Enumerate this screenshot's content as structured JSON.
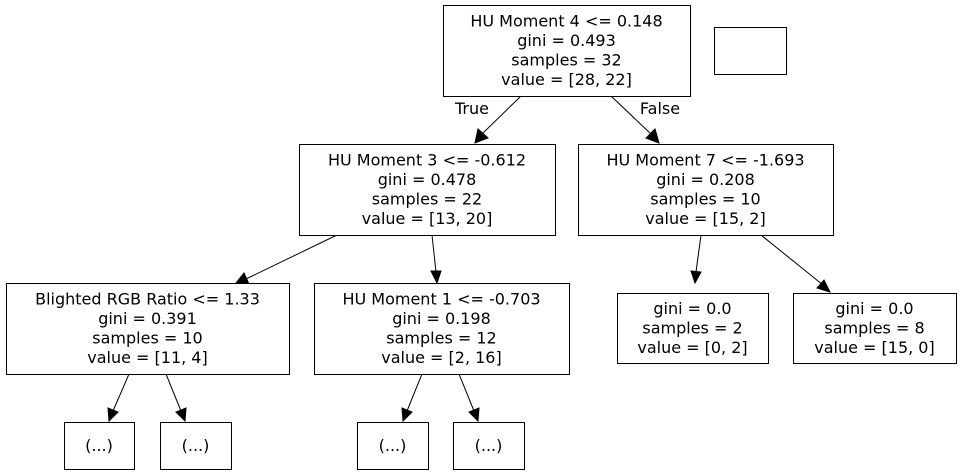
{
  "nodes": {
    "root": [
      "HU Moment 4 <= 0.148",
      "gini = 0.493",
      "samples = 32",
      "value = [28, 22]"
    ],
    "n_left": [
      "HU Moment 3 <= -0.612",
      "gini = 0.478",
      "samples = 22",
      "value = [13, 20]"
    ],
    "n_right": [
      "HU Moment 7 <= -1.693",
      "gini = 0.208",
      "samples = 10",
      "value = [15, 2]"
    ],
    "n_ll": [
      "Blighted RGB Ratio <= 1.33",
      "gini = 0.391",
      "samples = 10",
      "value = [11, 4]"
    ],
    "n_lr": [
      "HU Moment 1 <= -0.703",
      "gini = 0.198",
      "samples = 12",
      "value = [2, 16]"
    ],
    "n_rl": [
      "gini = 0.0",
      "samples = 2",
      "value = [0, 2]"
    ],
    "n_rr": [
      "gini = 0.0",
      "samples = 8",
      "value = [15, 0]"
    ],
    "t1": [
      "(...)"
    ],
    "t2": [
      "(...)"
    ],
    "t3": [
      "(...)"
    ],
    "t4": [
      "(...)"
    ],
    "legend": []
  },
  "edge_labels": {
    "true": "True",
    "false": "False"
  }
}
